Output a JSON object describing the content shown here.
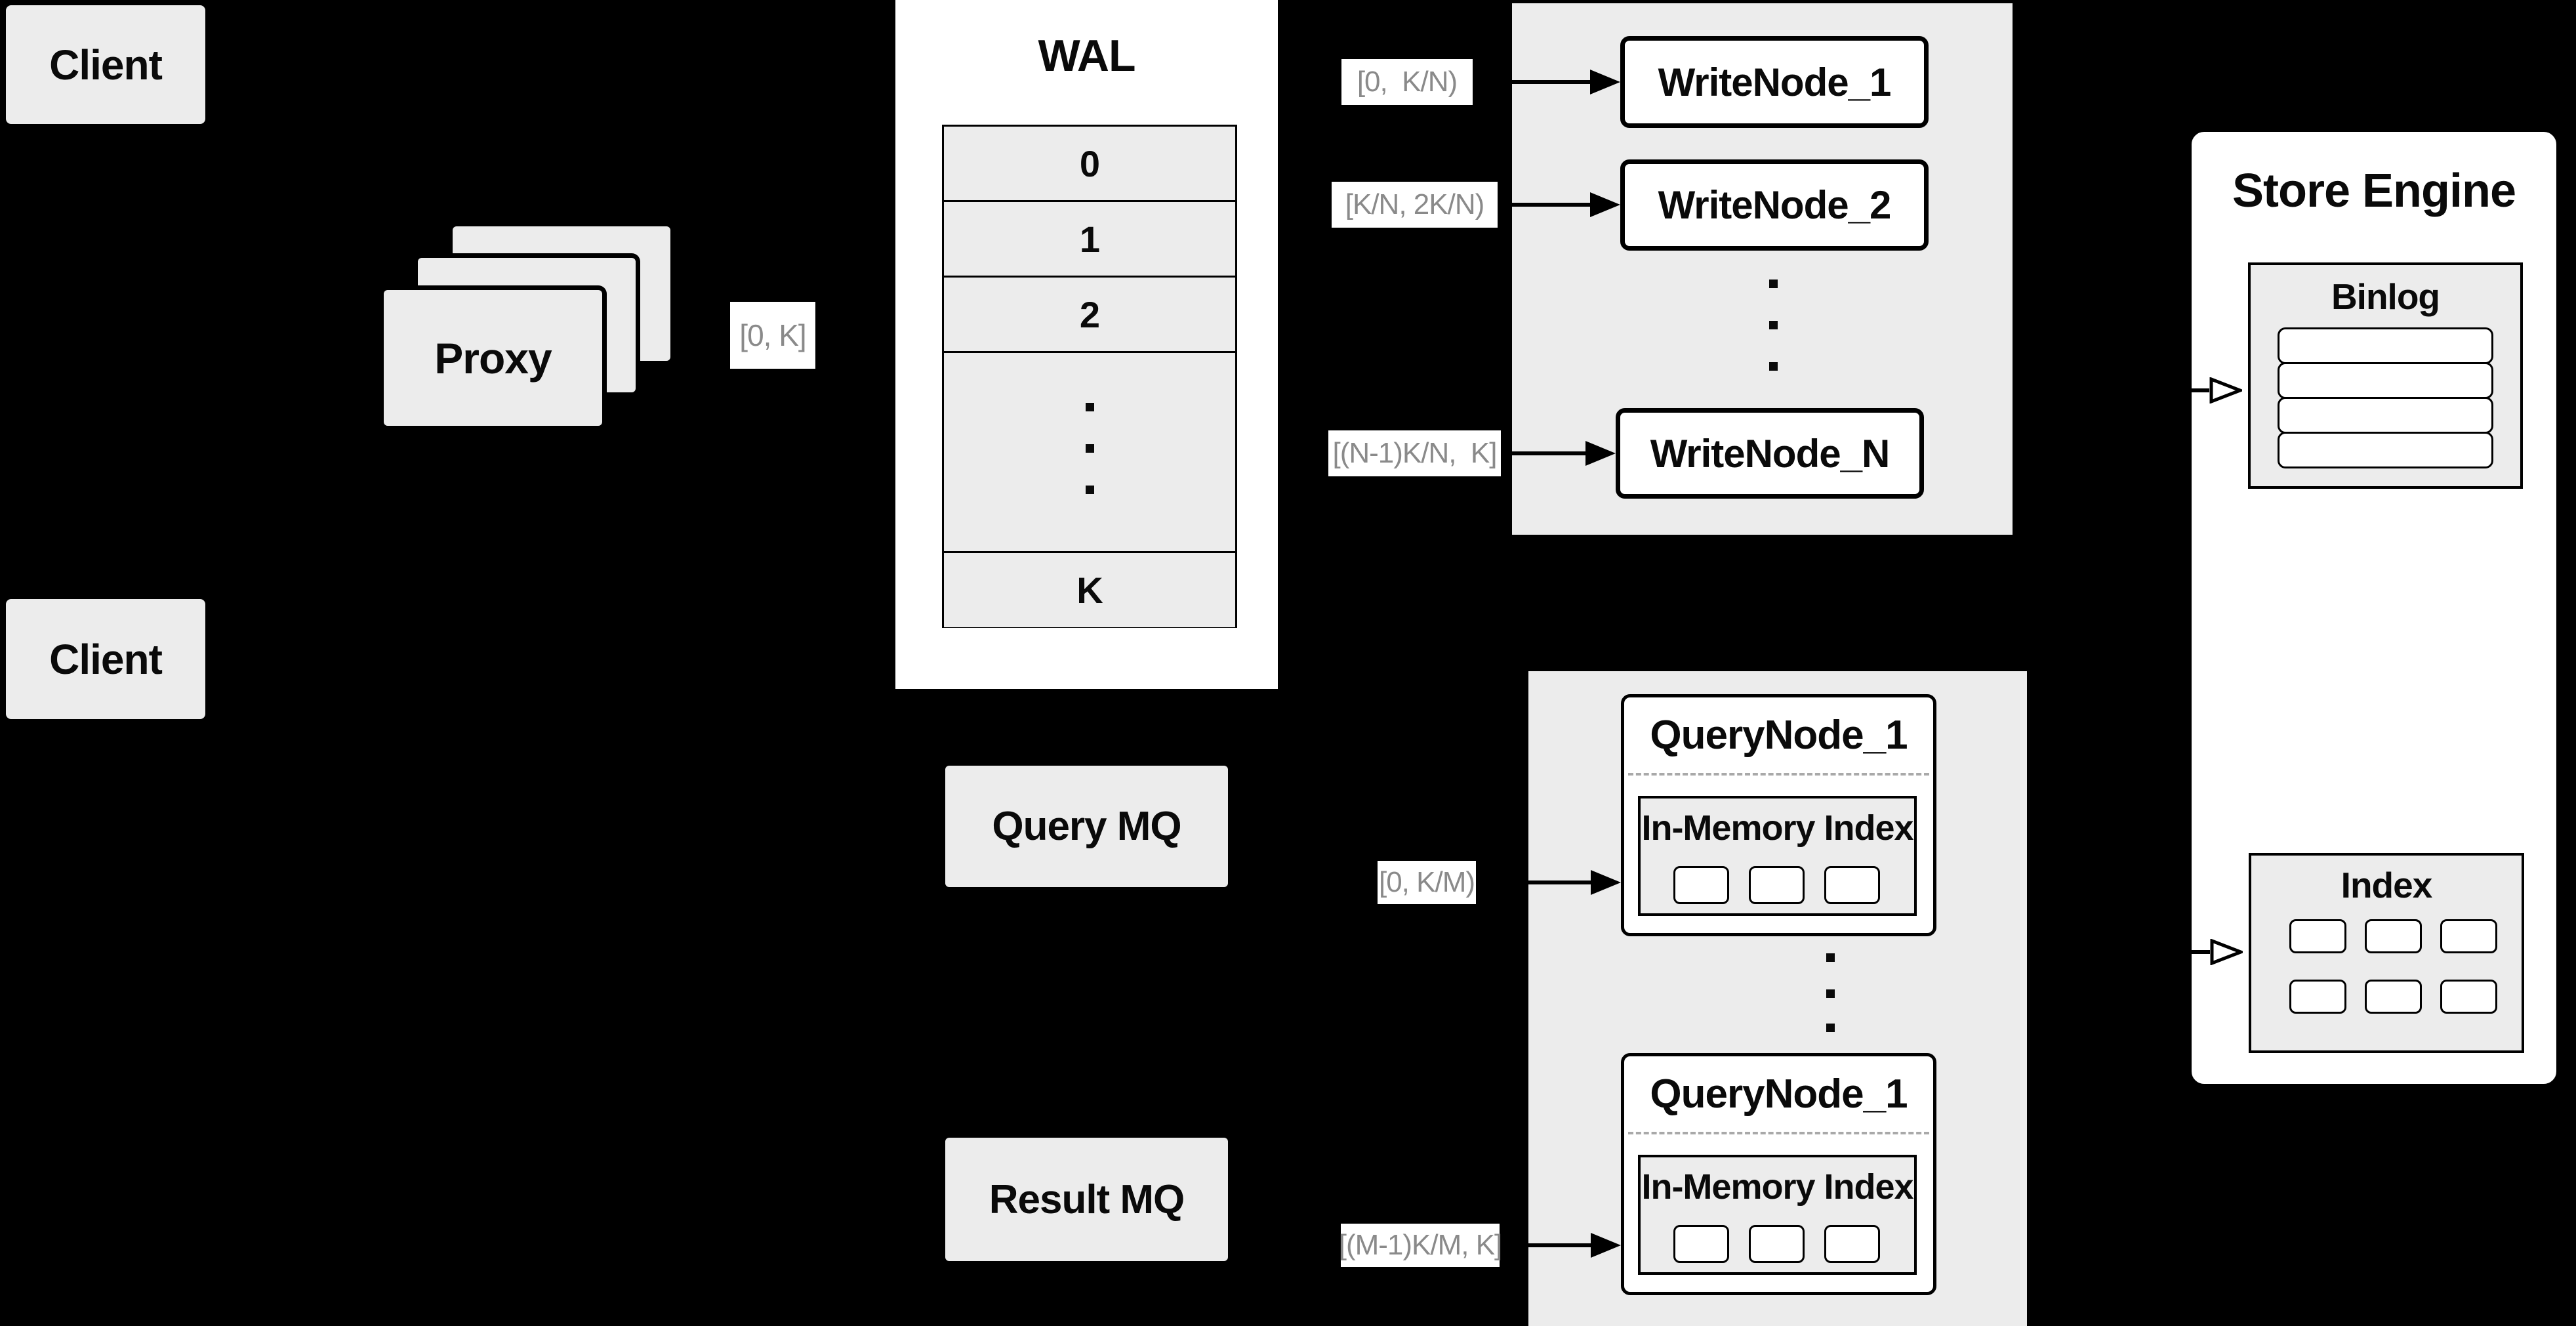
{
  "diagram": {
    "clients": {
      "top": "Client",
      "bottom": "Client"
    },
    "proxy": {
      "label": "Proxy"
    },
    "range_labels": {
      "proxy_out": "[0, K]",
      "write_1": "[0,  K/N)",
      "write_2": "[K/N, 2K/N)",
      "write_n": "[(N-1)K/N,  K]",
      "query_first": "[0, K/M)",
      "query_last": "[(M-1)K/M, K]"
    },
    "wal": {
      "title": "WAL",
      "rows": [
        "0",
        "1",
        "2",
        "K"
      ]
    },
    "write_nodes": {
      "node_1": "WriteNode_1",
      "node_2": "WriteNode_2",
      "node_n": "WriteNode_N"
    },
    "mq": {
      "query": "Query MQ",
      "result": "Result MQ"
    },
    "query_nodes": {
      "node_top_title": "QueryNode_1",
      "node_bottom_title": "QueryNode_1",
      "in_memory_top": "In-Memory Index",
      "in_memory_bottom": "In-Memory Index"
    },
    "store_engine": {
      "title": "Store Engine",
      "binlog": "Binlog",
      "index": "Index"
    },
    "colors": {
      "background": "#000000",
      "panel_gray": "#ececec",
      "box_white": "#ffffff",
      "line_black": "#000000",
      "label_text_gray": "#8a8a8a"
    }
  }
}
